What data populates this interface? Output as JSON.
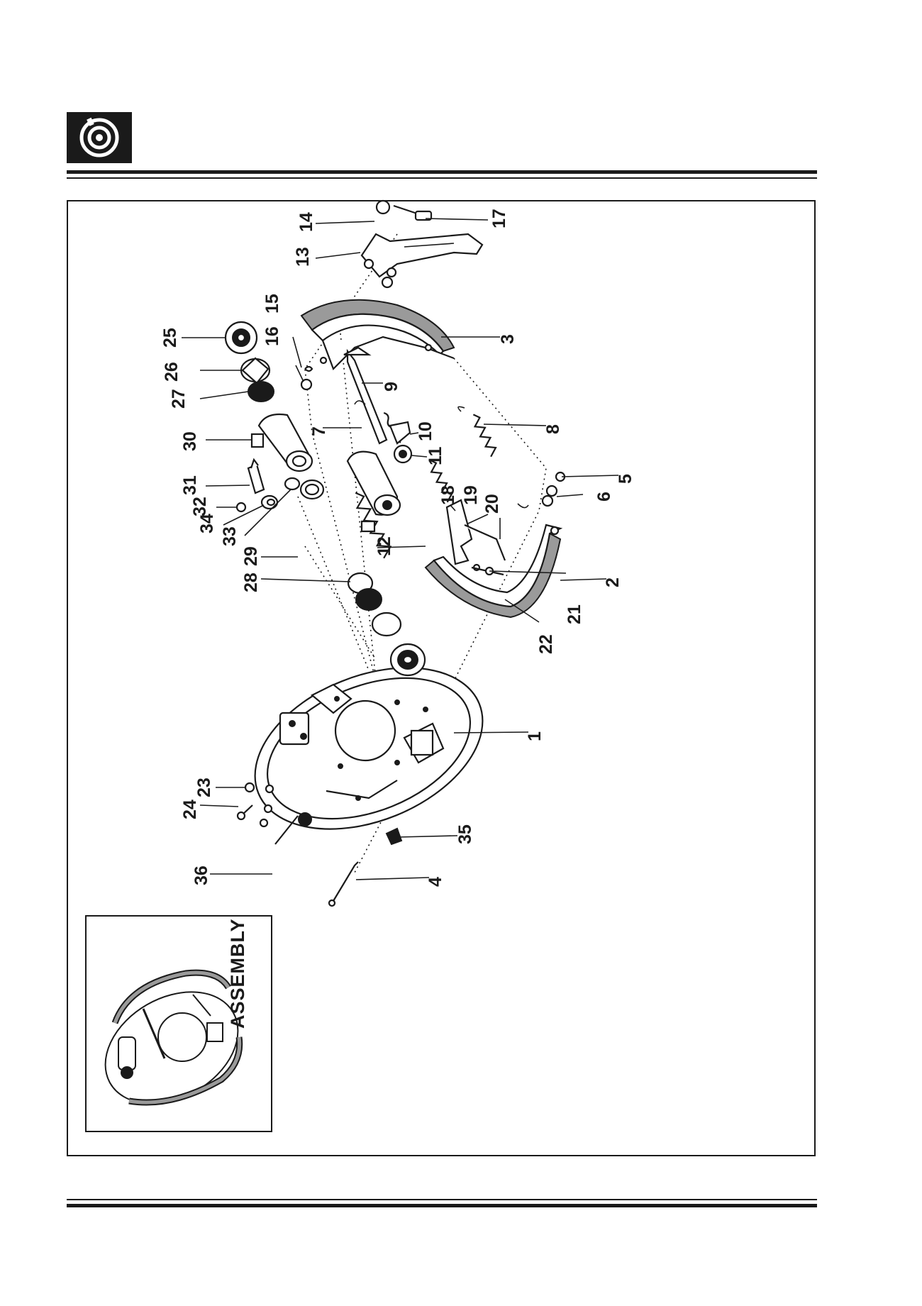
{
  "header": {
    "icon": "brake-disc-icon"
  },
  "diagram": {
    "callouts": [
      {
        "id": "c1",
        "label": "1"
      },
      {
        "id": "c2",
        "label": "2"
      },
      {
        "id": "c3",
        "label": "3"
      },
      {
        "id": "c4",
        "label": "4"
      },
      {
        "id": "c5",
        "label": "5"
      },
      {
        "id": "c6",
        "label": "6"
      },
      {
        "id": "c7",
        "label": "7"
      },
      {
        "id": "c8",
        "label": "8"
      },
      {
        "id": "c9",
        "label": "9"
      },
      {
        "id": "c10",
        "label": "10"
      },
      {
        "id": "c11",
        "label": "11"
      },
      {
        "id": "c12",
        "label": "12"
      },
      {
        "id": "c13",
        "label": "13"
      },
      {
        "id": "c14",
        "label": "14"
      },
      {
        "id": "c15",
        "label": "15"
      },
      {
        "id": "c16",
        "label": "16"
      },
      {
        "id": "c17",
        "label": "17"
      },
      {
        "id": "c18",
        "label": "18"
      },
      {
        "id": "c19",
        "label": "19"
      },
      {
        "id": "c20",
        "label": "20"
      },
      {
        "id": "c21",
        "label": "21"
      },
      {
        "id": "c22",
        "label": "22"
      },
      {
        "id": "c23",
        "label": "23"
      },
      {
        "id": "c24",
        "label": "24"
      },
      {
        "id": "c25",
        "label": "25"
      },
      {
        "id": "c26",
        "label": "26"
      },
      {
        "id": "c27",
        "label": "27"
      },
      {
        "id": "c28",
        "label": "28"
      },
      {
        "id": "c29",
        "label": "29"
      },
      {
        "id": "c30",
        "label": "30"
      },
      {
        "id": "c31",
        "label": "31"
      },
      {
        "id": "c32",
        "label": "32"
      },
      {
        "id": "c33",
        "label": "33"
      },
      {
        "id": "c34",
        "label": "34"
      },
      {
        "id": "c35",
        "label": "35"
      },
      {
        "id": "c36",
        "label": "36"
      }
    ]
  },
  "inset": {
    "title": "ASSEMBLY"
  }
}
